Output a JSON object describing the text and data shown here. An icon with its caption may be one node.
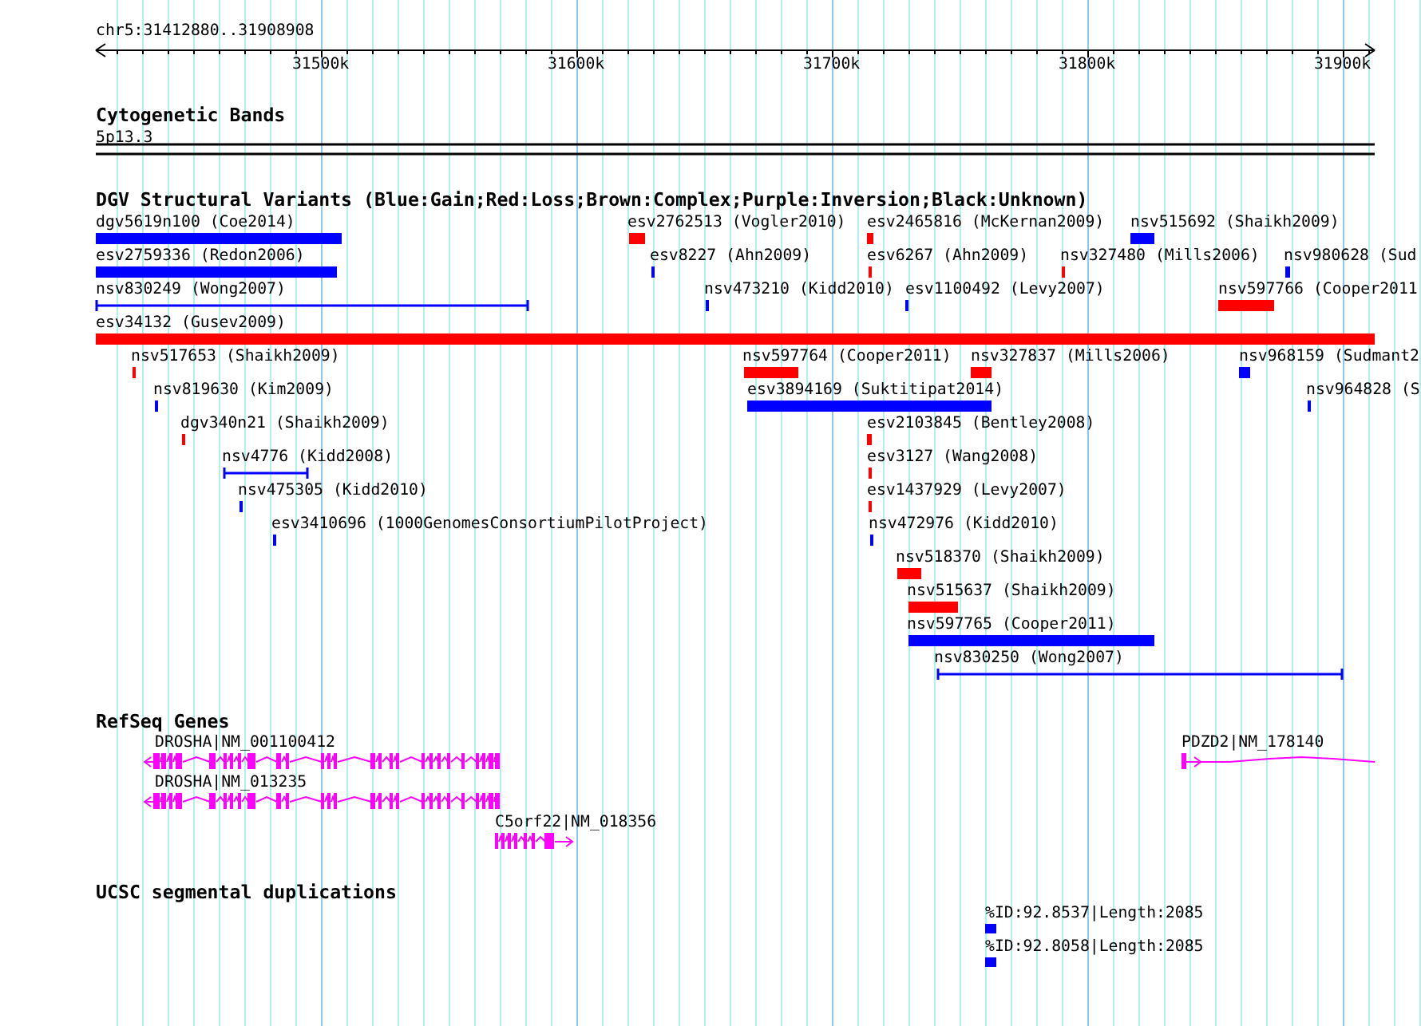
{
  "diagram": {
    "nodes": [
      {
        "text": [
          "Cytogenetic Bands"
        ]
      },
      {
        "text": [
          "5p13.3"
        ],
        "in": 0
      },
      {
        "text": [
          "DGV Structural Variants (Blue:Gain;Red:Loss;Brown:Complex;Purple:Inversion;Black:Unknown)"
        ]
      },
      {
        "text": [
          "dgv5619n100 (Coe2014)"
        ],
        "in": 2
      },
      {
        "text": [
          "esv2762513 (Vogler2010)"
        ],
        "in": 2
      },
      {
        "text": [
          "esv2465816 (McKernan2009)"
        ],
        "in": 2
      },
      {
        "text": [
          "nsv515692 (Shaikh2009)"
        ],
        "in": 2
      },
      {
        "text": [
          "esv2759336 (Redon2006)"
        ],
        "in": 2
      },
      {
        "text": [
          "esv8227 (Ahn2009)"
        ],
        "in": 2
      },
      {
        "text": [
          "esv6267 (Ahn2009)"
        ],
        "in": 2
      },
      {
        "text": [
          "nsv327480 (Mills2006)"
        ],
        "in": 2
      },
      {
        "text": [
          "nsv980628 (Sud"
        ],
        "in": 2
      },
      {
        "text": [
          "nsv830249 (Wong2007)"
        ],
        "in": 2
      },
      {
        "text": [
          "nsv473210 (Kidd2010)"
        ],
        "in": 2
      },
      {
        "text": [
          "esv1100492 (Levy2007)"
        ],
        "in": 2
      },
      {
        "text": [
          "nsv597766 (Cooper2011"
        ],
        "in": 2
      },
      {
        "text": [
          "esv34132 (Gusev2009)"
        ],
        "in": 2
      },
      {
        "text": [
          "nsv517653 (Shaikh2009)"
        ],
        "in": 2
      },
      {
        "text": [
          "nsv597764 (Cooper2011)"
        ],
        "in": 2
      },
      {
        "text": [
          "nsv327837 (Mills2006)"
        ],
        "in": 2
      },
      {
        "text": [
          "nsv968159 (Sudmant2"
        ],
        "in": 2
      },
      {
        "text": [
          "nsv819630 (Kim2009)"
        ],
        "in": 2
      },
      {
        "text": [
          "esv3894169 (Suktitipat2014)"
        ],
        "in": 2
      },
      {
        "text": [
          "nsv964828 (S"
        ],
        "in": 2
      },
      {
        "text": [
          "dgv340n21 (Shaikh2009)"
        ],
        "in": 2
      },
      {
        "text": [
          "esv2103845 (Bentley2008)"
        ],
        "in": 2
      },
      {
        "text": [
          "nsv4776 (Kidd2008)"
        ],
        "in": 2
      },
      {
        "text": [
          "esv3127 (Wang2008)"
        ],
        "in": 2
      },
      {
        "text": [
          "nsv475305 (Kidd2010)"
        ],
        "in": 2
      },
      {
        "text": [
          "esv1437929 (Levy2007)"
        ],
        "in": 2
      },
      {
        "text": [
          "esv3410696 (1000GenomesConsortiumPilotProject)"
        ],
        "in": 2
      },
      {
        "text": [
          "nsv472976 (Kidd2010)"
        ],
        "in": 2
      },
      {
        "text": [
          "nsv518370 (Shaikh2009)"
        ],
        "in": 2
      },
      {
        "text": [
          "nsv515637 (Shaikh2009)"
        ],
        "in": 2
      },
      {
        "text": [
          "nsv597765 (Cooper2011)"
        ],
        "in": 2
      },
      {
        "text": [
          "nsv830250 (Wong2007)"
        ],
        "in": 2
      },
      {
        "text": [
          "RefSeq Genes"
        ]
      },
      {
        "text": [
          "DROSHA|NM_001100412"
        ],
        "in": 36
      },
      {
        "text": [
          "PDZD2|NM_178140"
        ],
        "in": 36
      },
      {
        "text": [
          "DROSHA|NM_013235"
        ],
        "in": 36
      },
      {
        "text": [
          "C5orf22|NM_018356"
        ],
        "in": 36
      },
      {
        "text": [
          "UCSC segmental duplications"
        ]
      },
      {
        "text": [
          "%ID:92.8537|Length:2085"
        ],
        "in": 41
      },
      {
        "text": [
          "%ID:92.8058|Length:2085"
        ],
        "in": 41
      }
    ],
    "labels": [
      "chr5:31412880..31908908",
      "31500k",
      "31600k",
      "31700k",
      "31800k",
      "31900k"
    ]
  }
}
